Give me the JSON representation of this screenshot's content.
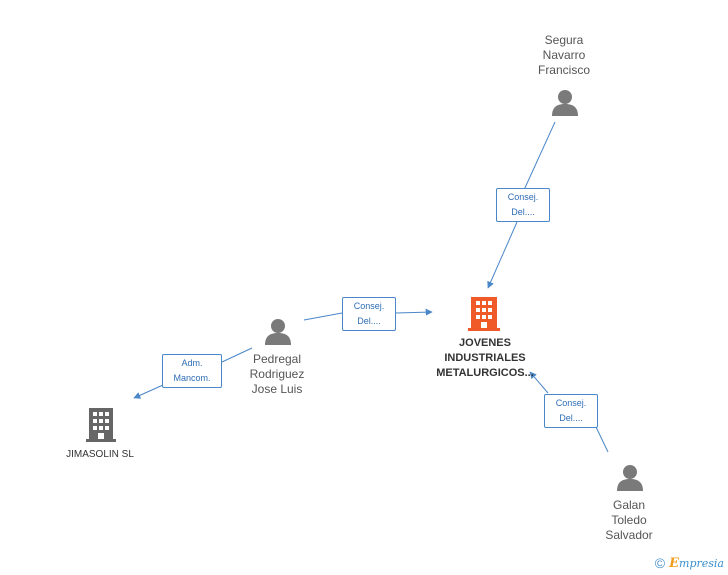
{
  "colors": {
    "edge": "#4a86c8",
    "person_icon": "#7a7a7a",
    "company_main_icon": "#f05a28",
    "company_icon": "#666666"
  },
  "nodes": {
    "segura": {
      "label": "Segura\nNavarro\nFrancisco",
      "icon": "person-icon"
    },
    "pedregal": {
      "label": "Pedregal\nRodriguez\nJose Luis",
      "icon": "person-icon"
    },
    "galan": {
      "label": "Galan\nToledo\nSalvador",
      "icon": "person-icon"
    },
    "jovenes": {
      "label": "JOVENES\nINDUSTRIALES\nMETALURGICOS...",
      "icon": "building-icon"
    },
    "jimasolin": {
      "label": "JIMASOLIN SL",
      "icon": "building-icon"
    }
  },
  "edges": {
    "segura_jovenes": {
      "label": "Consej.\nDel...."
    },
    "pedregal_jovenes": {
      "label": "Consej.\nDel...."
    },
    "galan_jovenes": {
      "label": "Consej.\nDel...."
    },
    "pedregal_jimasolin": {
      "label": "Adm.\nMancom."
    }
  },
  "footer": {
    "copyright": "©",
    "brand_e": "E",
    "brand_rest": "mpresia"
  }
}
